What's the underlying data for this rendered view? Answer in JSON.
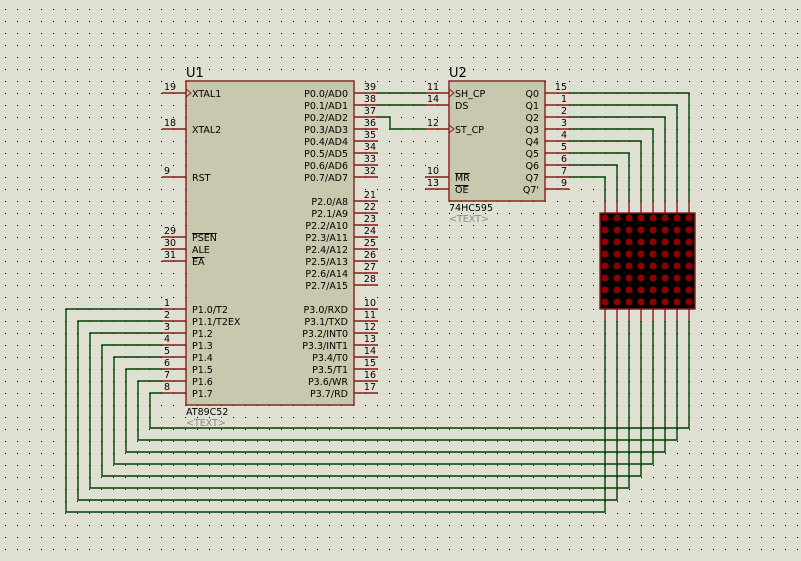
{
  "schematic": {
    "background": "#dfdfd2",
    "colors": {
      "component_fill": "#c8c8ae",
      "component_border": "#8b1a1a",
      "pin": "#8b1a1a",
      "wire": "#004000",
      "matrix_bg": "#000000",
      "led": "#8b0000",
      "placeholder_text": "#8a8a8a"
    },
    "u1": {
      "ref": "U1",
      "part": "AT89C52",
      "text": "<TEXT>",
      "left_pins": [
        {
          "num": "19",
          "name": "XTAL1",
          "clock": true
        },
        {
          "num": "18",
          "name": "XTAL2"
        },
        {
          "num": "9",
          "name": "RST"
        },
        {
          "num": "29",
          "name": "PSEN",
          "overline": true
        },
        {
          "num": "30",
          "name": "ALE"
        },
        {
          "num": "31",
          "name": "EA",
          "overline": true
        },
        {
          "num": "1",
          "name": "P1.0/T2"
        },
        {
          "num": "2",
          "name": "P1.1/T2EX"
        },
        {
          "num": "3",
          "name": "P1.2"
        },
        {
          "num": "4",
          "name": "P1.3"
        },
        {
          "num": "5",
          "name": "P1.4"
        },
        {
          "num": "6",
          "name": "P1.5"
        },
        {
          "num": "7",
          "name": "P1.6"
        },
        {
          "num": "8",
          "name": "P1.7"
        }
      ],
      "right_pins": [
        {
          "num": "39",
          "name": "P0.0/AD0"
        },
        {
          "num": "38",
          "name": "P0.1/AD1"
        },
        {
          "num": "37",
          "name": "P0.2/AD2"
        },
        {
          "num": "36",
          "name": "P0.3/AD3"
        },
        {
          "num": "35",
          "name": "P0.4/AD4"
        },
        {
          "num": "34",
          "name": "P0.5/AD5"
        },
        {
          "num": "33",
          "name": "P0.6/AD6"
        },
        {
          "num": "32",
          "name": "P0.7/AD7"
        },
        {
          "num": "21",
          "name": "P2.0/A8"
        },
        {
          "num": "22",
          "name": "P2.1/A9"
        },
        {
          "num": "23",
          "name": "P2.2/A10"
        },
        {
          "num": "24",
          "name": "P2.3/A11"
        },
        {
          "num": "25",
          "name": "P2.4/A12"
        },
        {
          "num": "26",
          "name": "P2.5/A13"
        },
        {
          "num": "27",
          "name": "P2.6/A14"
        },
        {
          "num": "28",
          "name": "P2.7/A15"
        },
        {
          "num": "10",
          "name": "P3.0/RXD"
        },
        {
          "num": "11",
          "name": "P3.1/TXD"
        },
        {
          "num": "12",
          "name": "P3.2/INT0"
        },
        {
          "num": "13",
          "name": "P3.3/INT1"
        },
        {
          "num": "14",
          "name": "P3.4/T0"
        },
        {
          "num": "15",
          "name": "P3.5/T1"
        },
        {
          "num": "16",
          "name": "P3.6/WR"
        },
        {
          "num": "17",
          "name": "P3.7/RD"
        }
      ]
    },
    "u2": {
      "ref": "U2",
      "part": "74HC595",
      "text": "<TEXT>",
      "left_pins": [
        {
          "num": "11",
          "name": "SH_CP",
          "clock": true
        },
        {
          "num": "14",
          "name": "DS"
        },
        {
          "num": "12",
          "name": "ST_CP",
          "clock": true
        },
        {
          "num": "10",
          "name": "MR",
          "overline": true
        },
        {
          "num": "13",
          "name": "OE",
          "overline": true
        }
      ],
      "right_pins": [
        {
          "num": "15",
          "name": "Q0"
        },
        {
          "num": "1",
          "name": "Q1"
        },
        {
          "num": "2",
          "name": "Q2"
        },
        {
          "num": "3",
          "name": "Q3"
        },
        {
          "num": "4",
          "name": "Q4"
        },
        {
          "num": "5",
          "name": "Q5"
        },
        {
          "num": "6",
          "name": "Q6"
        },
        {
          "num": "7",
          "name": "Q7"
        },
        {
          "num": "9",
          "name": "Q7'"
        }
      ]
    },
    "matrix": {
      "rows": 8,
      "cols": 8
    }
  }
}
